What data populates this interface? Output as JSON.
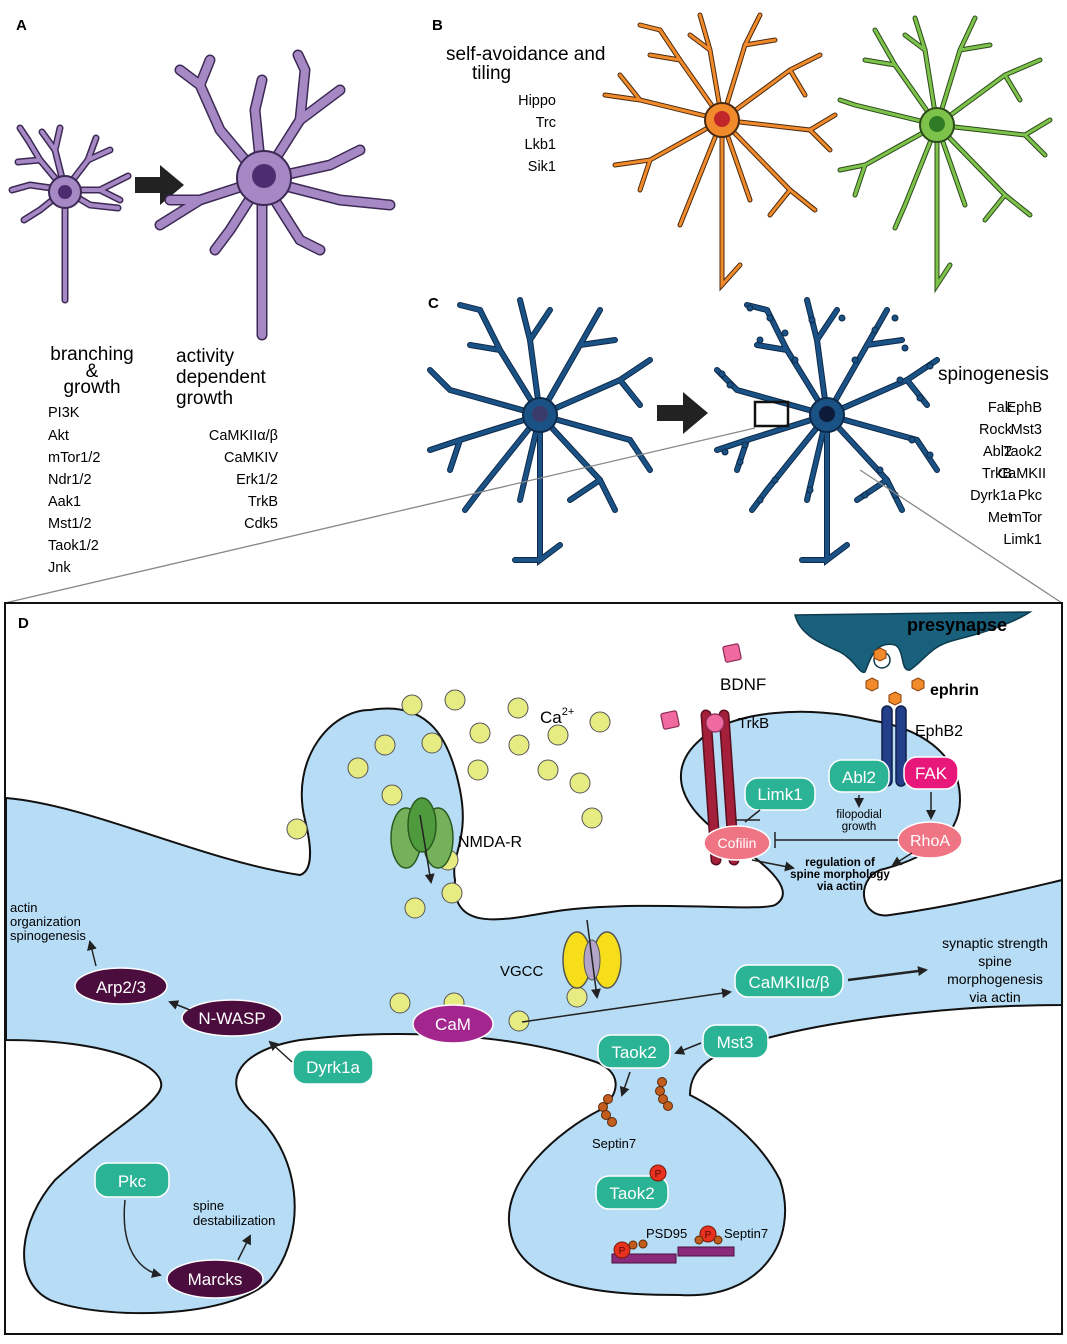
{
  "panels": {
    "a": {
      "label": "A",
      "branching_title_lines": [
        "branching",
        "&",
        "growth"
      ],
      "branching_genes": [
        "PI3K",
        "Akt",
        "mTor1/2",
        "Ndr1/2",
        "Aak1",
        "Mst1/2",
        "Taok1/2",
        "Jnk"
      ],
      "activity_title_lines": [
        "activity",
        "dependent",
        "growth"
      ],
      "activity_genes": [
        "CaMKIIα/β",
        "CaMKIV",
        "Erk1/2",
        "TrkB",
        "Cdk5"
      ]
    },
    "b": {
      "label": "B",
      "title_lines": [
        "self-avoidance and",
        "tiling"
      ],
      "genes": [
        "Hippo",
        "Trc",
        "Lkb1",
        "Sik1"
      ]
    },
    "c": {
      "label": "C",
      "title": "spinogenesis",
      "genes_left": [
        "Fak",
        "Rock",
        "Abl2",
        "TrkB",
        "Dyrk1a",
        "Met"
      ],
      "genes_right": [
        "EphB",
        "Mst3",
        "Taok2",
        "CaMKII",
        "Pkc",
        "mTor",
        "Limk1"
      ]
    },
    "d": {
      "label": "D",
      "presynapse": "presynapse",
      "bdnf": "BDNF",
      "ephrin": "ephrin",
      "ca": "Ca",
      "ca_sup": "2+",
      "trkb": "TrkB",
      "ephb2": "EphB2",
      "nmdar": "NMDA-R",
      "vgcc": "VGCC",
      "nodes": {
        "limk1": "Limk1",
        "abl2": "Abl2",
        "fak": "FAK",
        "cofilin": "Cofilin",
        "rhoa": "RhoA",
        "camkii": "CaMKIIα/β",
        "cam": "CaM",
        "taok2": "Taok2",
        "mst3": "Mst3",
        "dyrk1a": "Dyrk1a",
        "nwasp": "N-WASP",
        "arp23": "Arp2/3",
        "pkc": "Pkc",
        "marcks": "Marcks",
        "taok2_p": "Taok2"
      },
      "filopodial_lines": [
        "filopodial",
        "growth"
      ],
      "regulation_lines": [
        "regulation of",
        "spine morphology",
        "via actin"
      ],
      "actin_lines": [
        "actin",
        "organization",
        "spinogenesis"
      ],
      "synaptic_lines": [
        "synaptic strength",
        "spine",
        "morphogenesis",
        "via actin"
      ],
      "spine_destab_lines": [
        "spine",
        "destabilization"
      ],
      "septin7_neck": "Septin7",
      "septin7_head": "Septin7",
      "psd95": "PSD95",
      "p": "P"
    },
    "colors": {
      "purple_neuron": "#a688c4",
      "orange_neuron": "#f08a2a",
      "green_neuron": "#7dc24b",
      "blue_neuron": "#1b5286",
      "cytoplasm": "#b7dcf5",
      "teal_node": "#2bb396",
      "dark_purple_node": "#4b0d3d",
      "magenta_node": "#a3268f",
      "pink_node": "#f07584",
      "fak_node": "#e8177a",
      "calcium": "#e6eb82",
      "vgcc": "#f6df1a"
    }
  }
}
